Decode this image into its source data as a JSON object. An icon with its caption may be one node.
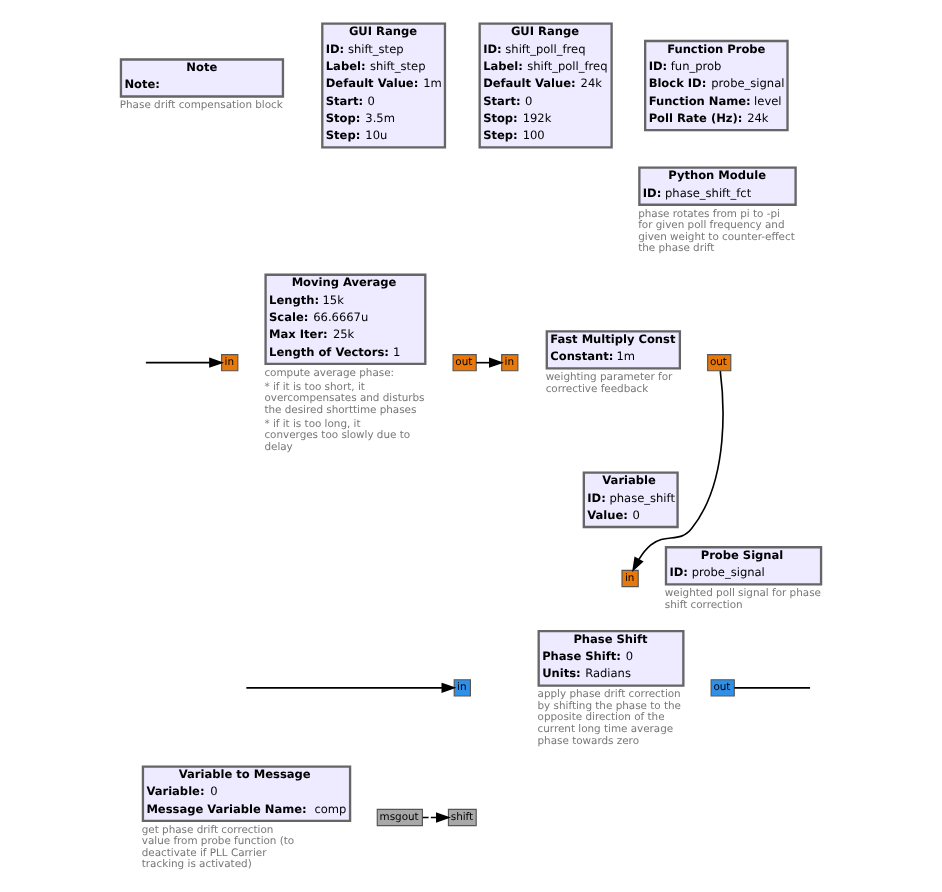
{
  "diagram": {
    "nodes": [
      {
        "text": [
          "Note",
          "**Note:**"
        ],
        "beside": [
          "Phase drift compensation block"
        ]
      },
      {
        "text": [
          "GUI Range",
          "**ID:** shift_step",
          "**Label:** shift_step",
          "**Default Value:** 1m",
          "**Start:** 0",
          "**Stop:** 3.5m",
          "**Step:** 10u"
        ]
      },
      {
        "text": [
          "GUI Range",
          "**ID:** shift_poll_freq",
          "**Label:** shift_poll_freq",
          "**Default Value:** 24k",
          "**Start:** 0",
          "**Stop:** 192k",
          "**Step:** 100"
        ]
      },
      {
        "text": [
          "Function Probe",
          "**ID:** fun_prob",
          "**Block ID:** probe_signal",
          "**Function Name:** level",
          "**Poll Rate (Hz):** 24k"
        ]
      },
      {
        "text": [
          "Python Module",
          "**ID:** phase_shift_fct"
        ],
        "beside": [
          "phase rotates from pi to -pi for given poll frequency and given weight to counter-effect the phase drift"
        ]
      },
      {
        "text": [
          "in"
        ]
      },
      {
        "text": [
          "Moving Average",
          "**Length:** 15k",
          "**Scale:** 66.6667u",
          "**Max Iter:** 25k",
          "**Length of Vectors:** 1"
        ],
        "beside": [
          "compute average phase:",
          "* if it is too short, it overcompensates and disturbs the desired shorttime phases",
          "* if it is too long, it converges too slowly due to delay"
        ]
      },
      {
        "text": [
          "out"
        ]
      },
      {
        "text": [
          "in"
        ]
      },
      {
        "text": [
          "Fast Multiply Const",
          "**Constant:** 1m"
        ],
        "beside": [
          "weighting parameter for corrective feedback"
        ]
      },
      {
        "text": [
          "out"
        ]
      },
      {
        "text": [
          "Variable",
          "**ID:** phase_shift",
          "**Value:** 0"
        ]
      },
      {
        "text": [
          "in"
        ]
      },
      {
        "text": [
          "Probe Signal",
          "**ID:** probe_signal"
        ],
        "beside": [
          "weighted poll signal for phase shift correction"
        ]
      },
      {
        "text": [
          "in"
        ]
      },
      {
        "text": [
          "Variable to Message",
          "**Variable:** 0",
          "**Message Variable Name:** comp"
        ],
        "beside": [
          "get phase drift correction value from probe function (to deactivate if PLL Carrier tracking is activated)"
        ]
      },
      {
        "text": [
          "msgout"
        ]
      },
      {
        "text": [
          "shift"
        ]
      },
      {
        "text": [
          "Phase Shift",
          "**Phase Shift:** 0",
          "**Units:** Radians"
        ],
        "beside": [
          "apply phase drift correction by shifting the phase to the opposite direction of the current long time average phase towards zero"
        ]
      },
      {
        "text": [
          "out"
        ]
      }
    ],
    "edges": [
      {
        "from": null,
        "to": 5,
        "arrow": "to"
      },
      {
        "from": 7,
        "to": 8,
        "arrow": "to"
      },
      {
        "from": 10,
        "to": 12,
        "arrow": "to"
      },
      {
        "from": null,
        "to": 14,
        "arrow": "to"
      },
      {
        "from": 16,
        "to": 17,
        "arrow": "to",
        "style": "dashed"
      },
      {
        "from": 19,
        "to": null,
        "arrow": "none"
      }
    ]
  }
}
